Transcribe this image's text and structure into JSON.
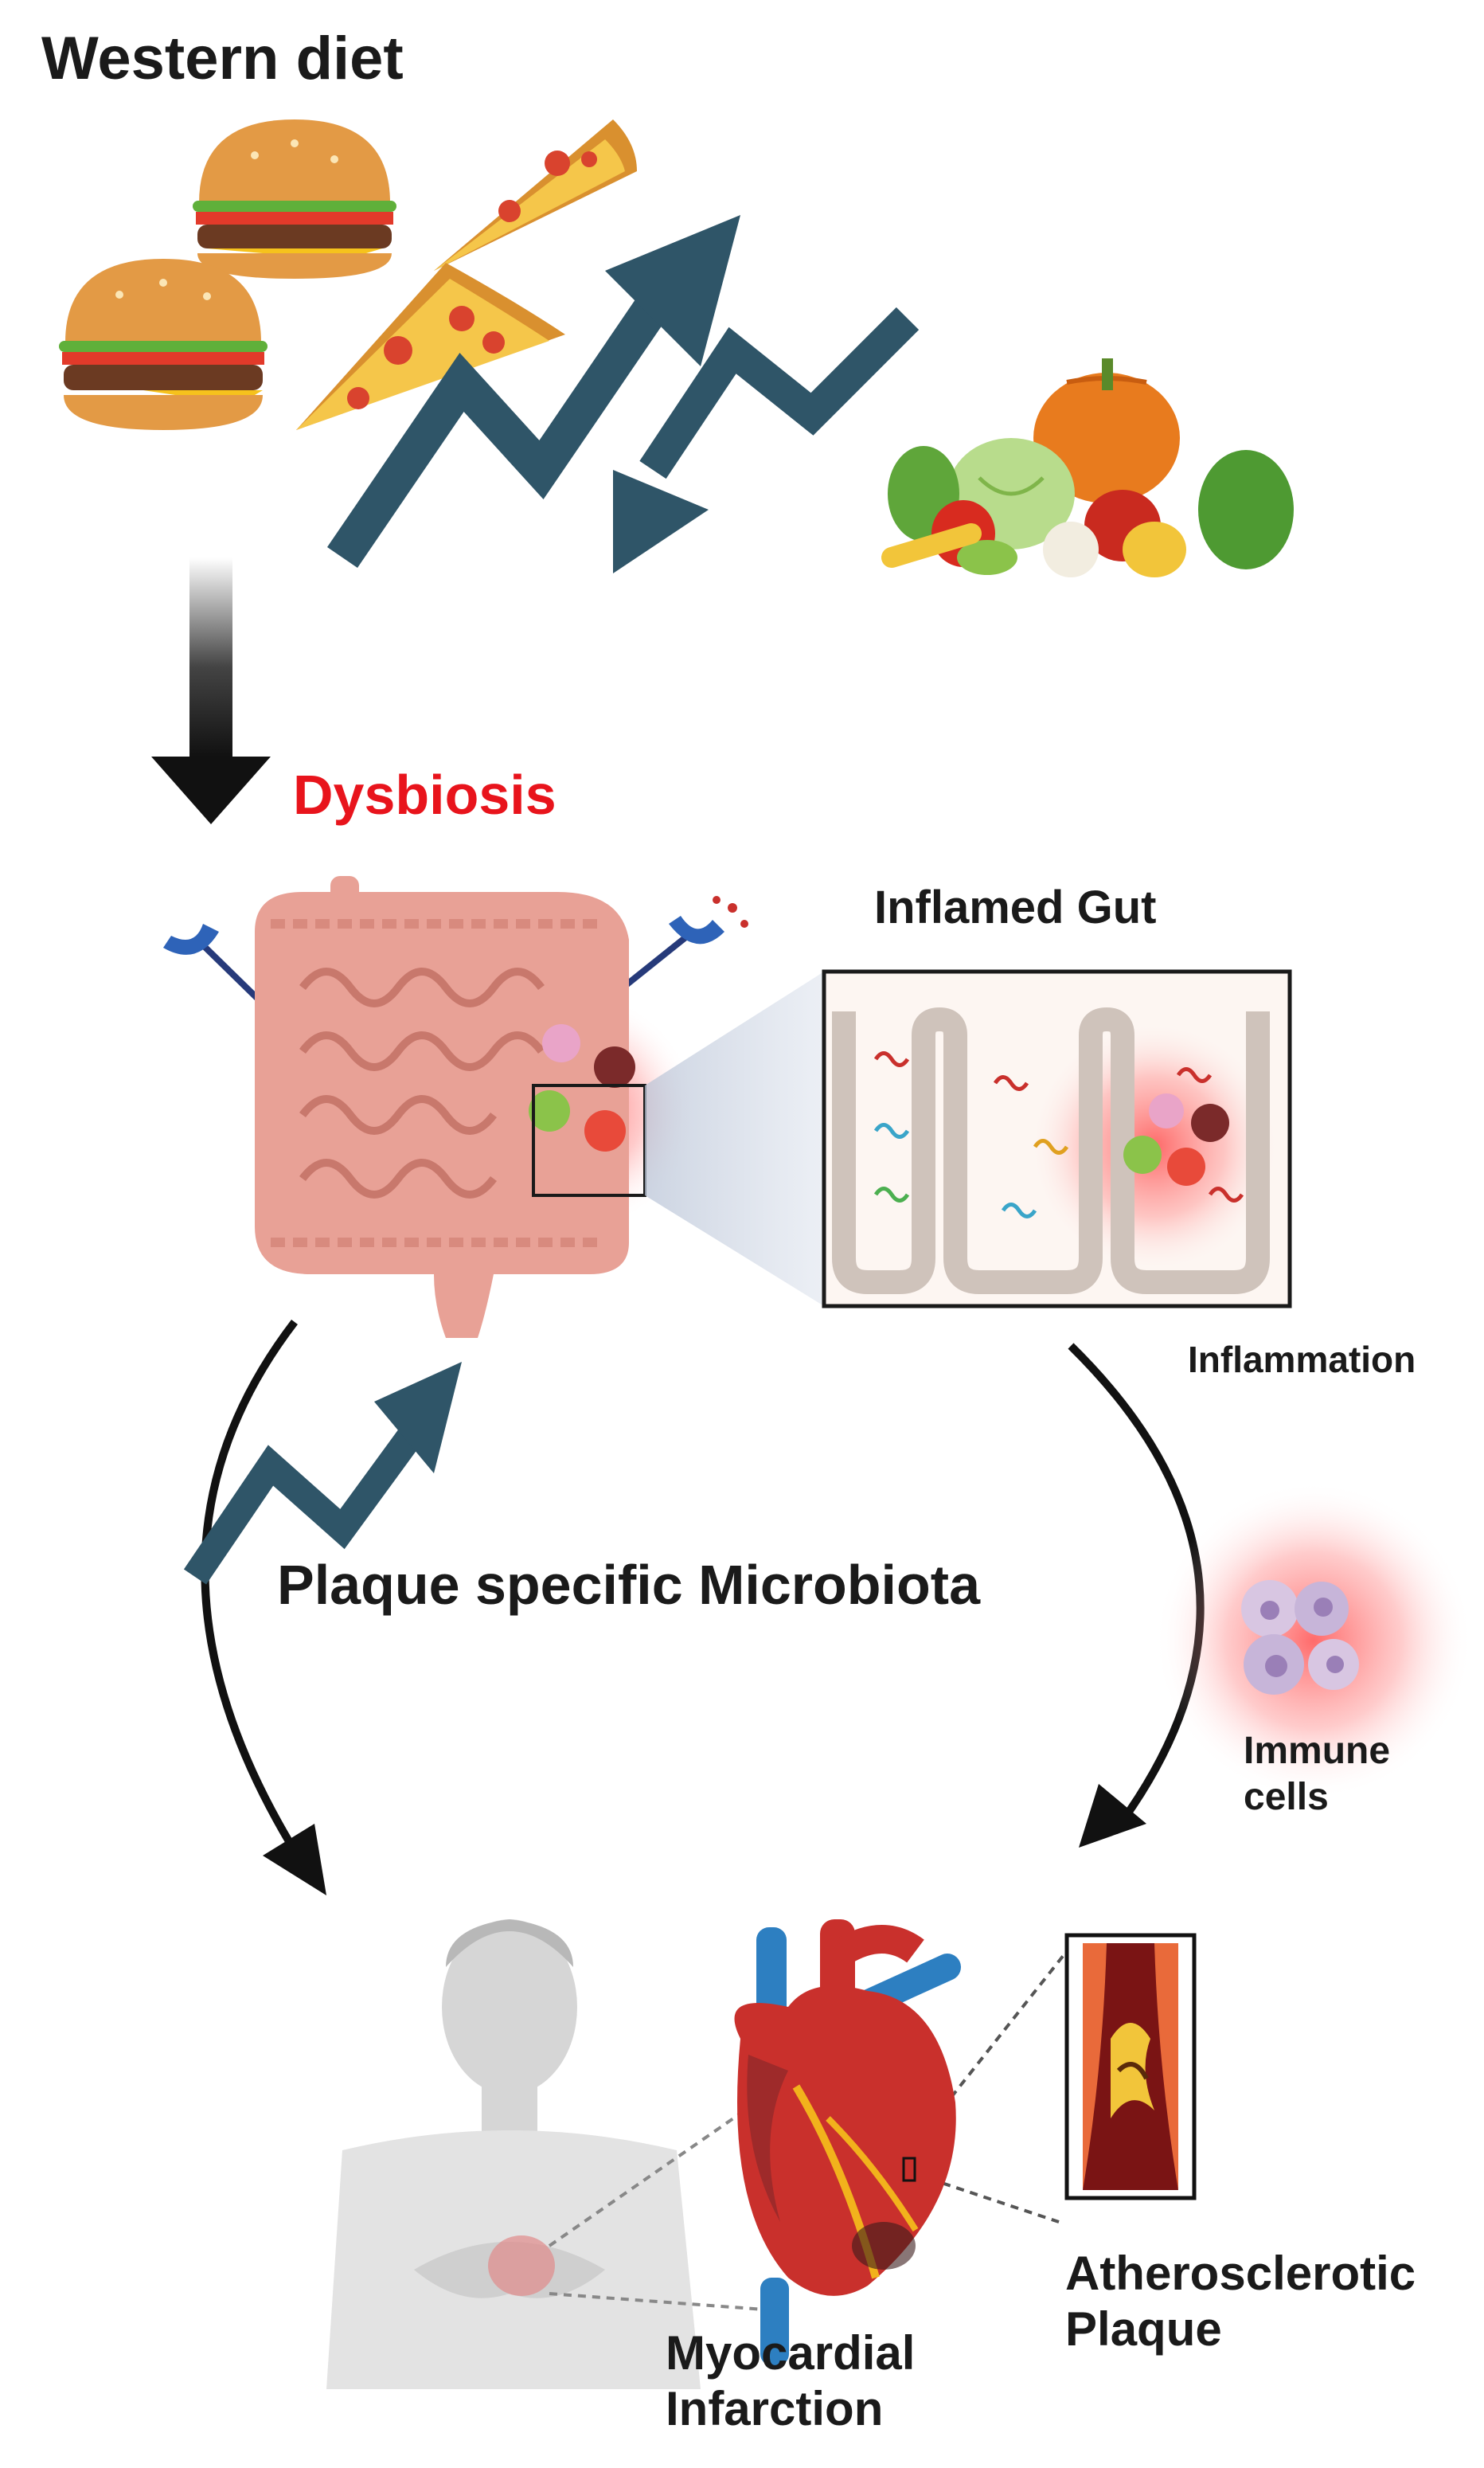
{
  "labels": {
    "title": "Western diet",
    "dysbiosis": "Dysbiosis",
    "inflamed_gut": "Inflamed Gut",
    "inflammation": "Inflammation",
    "plaque_microbiota": "Plaque specific Microbiota",
    "immune_cells": "Immune\ncells",
    "myocardial_infarction": "Myocardial\nInfarction",
    "atherosclerotic_plaque": "Atherosclerotic\nPlaque"
  },
  "colors": {
    "zigzag": "#2f5568",
    "dysbiosis_text": "#e8141c",
    "flow_arrow": "#111111",
    "gut": "#e8a196",
    "inflammation_glow": "#ff4d4d",
    "heart": "#c9302c",
    "vessel_blue": "#2d7fc1",
    "body": "#d6d6d6"
  },
  "icons": {
    "diet": [
      "burger-icon",
      "pizza-slice-icon",
      "vegetables-icon"
    ],
    "gut": [
      "intestine-icon",
      "receptor-icon",
      "microbe-icon"
    ],
    "cardio": [
      "human-figure-icon",
      "heart-icon",
      "artery-plaque-icon",
      "immune-cell-icon"
    ]
  }
}
